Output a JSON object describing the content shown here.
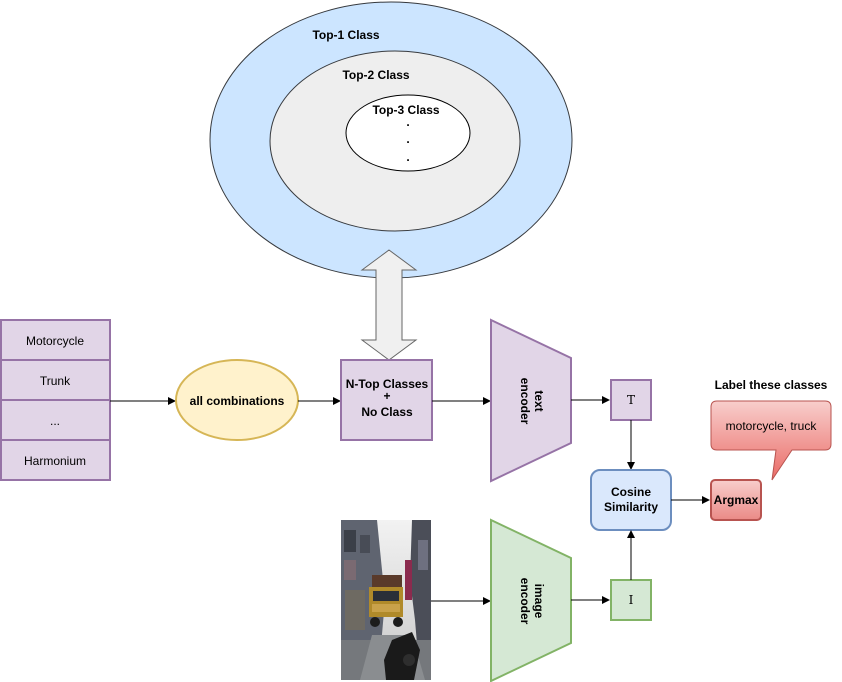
{
  "rings": {
    "top1": "Top-1 Class",
    "top2": "Top-2 Class",
    "top3": "Top-3 Class",
    "dot1": ".",
    "dot2": ".",
    "dot3": "."
  },
  "class_list": {
    "items": [
      "Motorcycle",
      "Trunk",
      "...",
      "Harmonium"
    ]
  },
  "combinations": "all combinations",
  "ntop": {
    "line1": "N-Top Classes",
    "line2": "+",
    "line3": "No Class"
  },
  "text_encoder": {
    "line1": "text",
    "line2": "encoder"
  },
  "image_encoder": {
    "line1": "image",
    "line2": "encoder"
  },
  "t_box": "T",
  "i_box": "I",
  "cosine": {
    "line1": "Cosine",
    "line2": "Similarity"
  },
  "argmax": "Argmax",
  "label_title": "Label these classes",
  "callout": "motorcycle, truck",
  "colors": {
    "ring_outer": "#cce5ff",
    "ring_middle": "#eeeeee",
    "purple_fill": "#e1d5e7",
    "purple_stroke": "#9673a6",
    "yellow_fill": "#fff2cc",
    "yellow_stroke": "#d6b656",
    "green_fill": "#d5e8d4",
    "green_stroke": "#82b366",
    "blue_fill": "#dae8fc",
    "blue_stroke": "#6c8ebf",
    "red_fill": "#f8cecc",
    "red_stroke": "#b85450"
  }
}
